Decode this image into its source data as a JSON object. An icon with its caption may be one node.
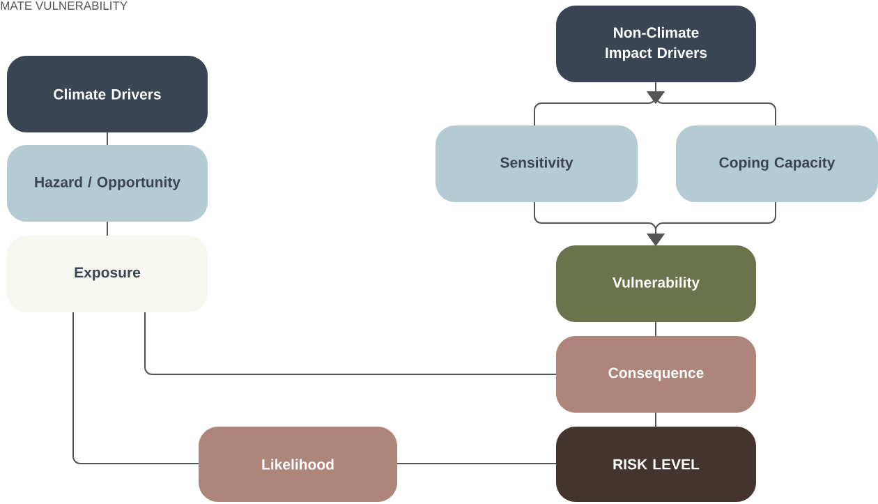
{
  "diagram": {
    "title": "MATE VULNERABILITY",
    "nodes": [
      {
        "text": [
          "Climate Drivers"
        ]
      },
      {
        "text": [
          "Hazard / Opportunity"
        ]
      },
      {
        "text": [
          "Exposure"
        ]
      },
      {
        "text": [
          "Non-Climate Impact Drivers"
        ]
      },
      {
        "text": [
          "Sensitivity"
        ]
      },
      {
        "text": [
          "Coping Capacity"
        ]
      },
      {
        "text": [
          "Vulnerability"
        ]
      },
      {
        "text": [
          "Consequence"
        ]
      },
      {
        "text": [
          "Likelihood"
        ]
      },
      {
        "text": [
          "RISK LEVEL"
        ]
      }
    ],
    "edges": [
      {
        "from": 0,
        "to": 1,
        "arrow": "none"
      },
      {
        "from": 1,
        "to": 2,
        "arrow": "none"
      },
      {
        "from": 3,
        "to": 4,
        "arrow": "to"
      },
      {
        "from": 3,
        "to": 5,
        "arrow": "to"
      },
      {
        "from": 4,
        "to": 6,
        "arrow": "to"
      },
      {
        "from": 5,
        "to": 6,
        "arrow": "to"
      },
      {
        "from": 6,
        "to": 7,
        "arrow": "none"
      },
      {
        "from": 2,
        "to": 7,
        "arrow": "none"
      },
      {
        "from": 2,
        "to": 8,
        "arrow": "none"
      },
      {
        "from": 8,
        "to": 9,
        "arrow": "none"
      },
      {
        "from": 7,
        "to": 9,
        "arrow": "none"
      }
    ]
  }
}
